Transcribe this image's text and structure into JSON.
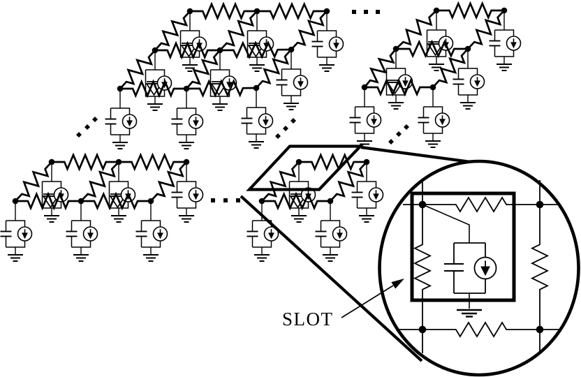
{
  "figure": {
    "slot_label": "SLOT",
    "colors": {
      "ink": "#000000",
      "paper": "#ffffff"
    },
    "ellipsis_marks": [
      {
        "id": "top-row-gap",
        "orientation": "horizontal",
        "glyph": "..."
      },
      {
        "id": "upper-left-diagonal",
        "orientation": "diagonal",
        "glyph": "..."
      },
      {
        "id": "middle-diagonal",
        "orientation": "diagonal",
        "glyph": "..."
      },
      {
        "id": "right-diagonal",
        "orientation": "diagonal",
        "glyph": "..."
      },
      {
        "id": "lower-row-gap",
        "orientation": "horizontal",
        "glyph": "..."
      }
    ],
    "legend": {
      "magnified_cell": "slot unit cell with resistors, capacitor, current source and ground"
    }
  }
}
